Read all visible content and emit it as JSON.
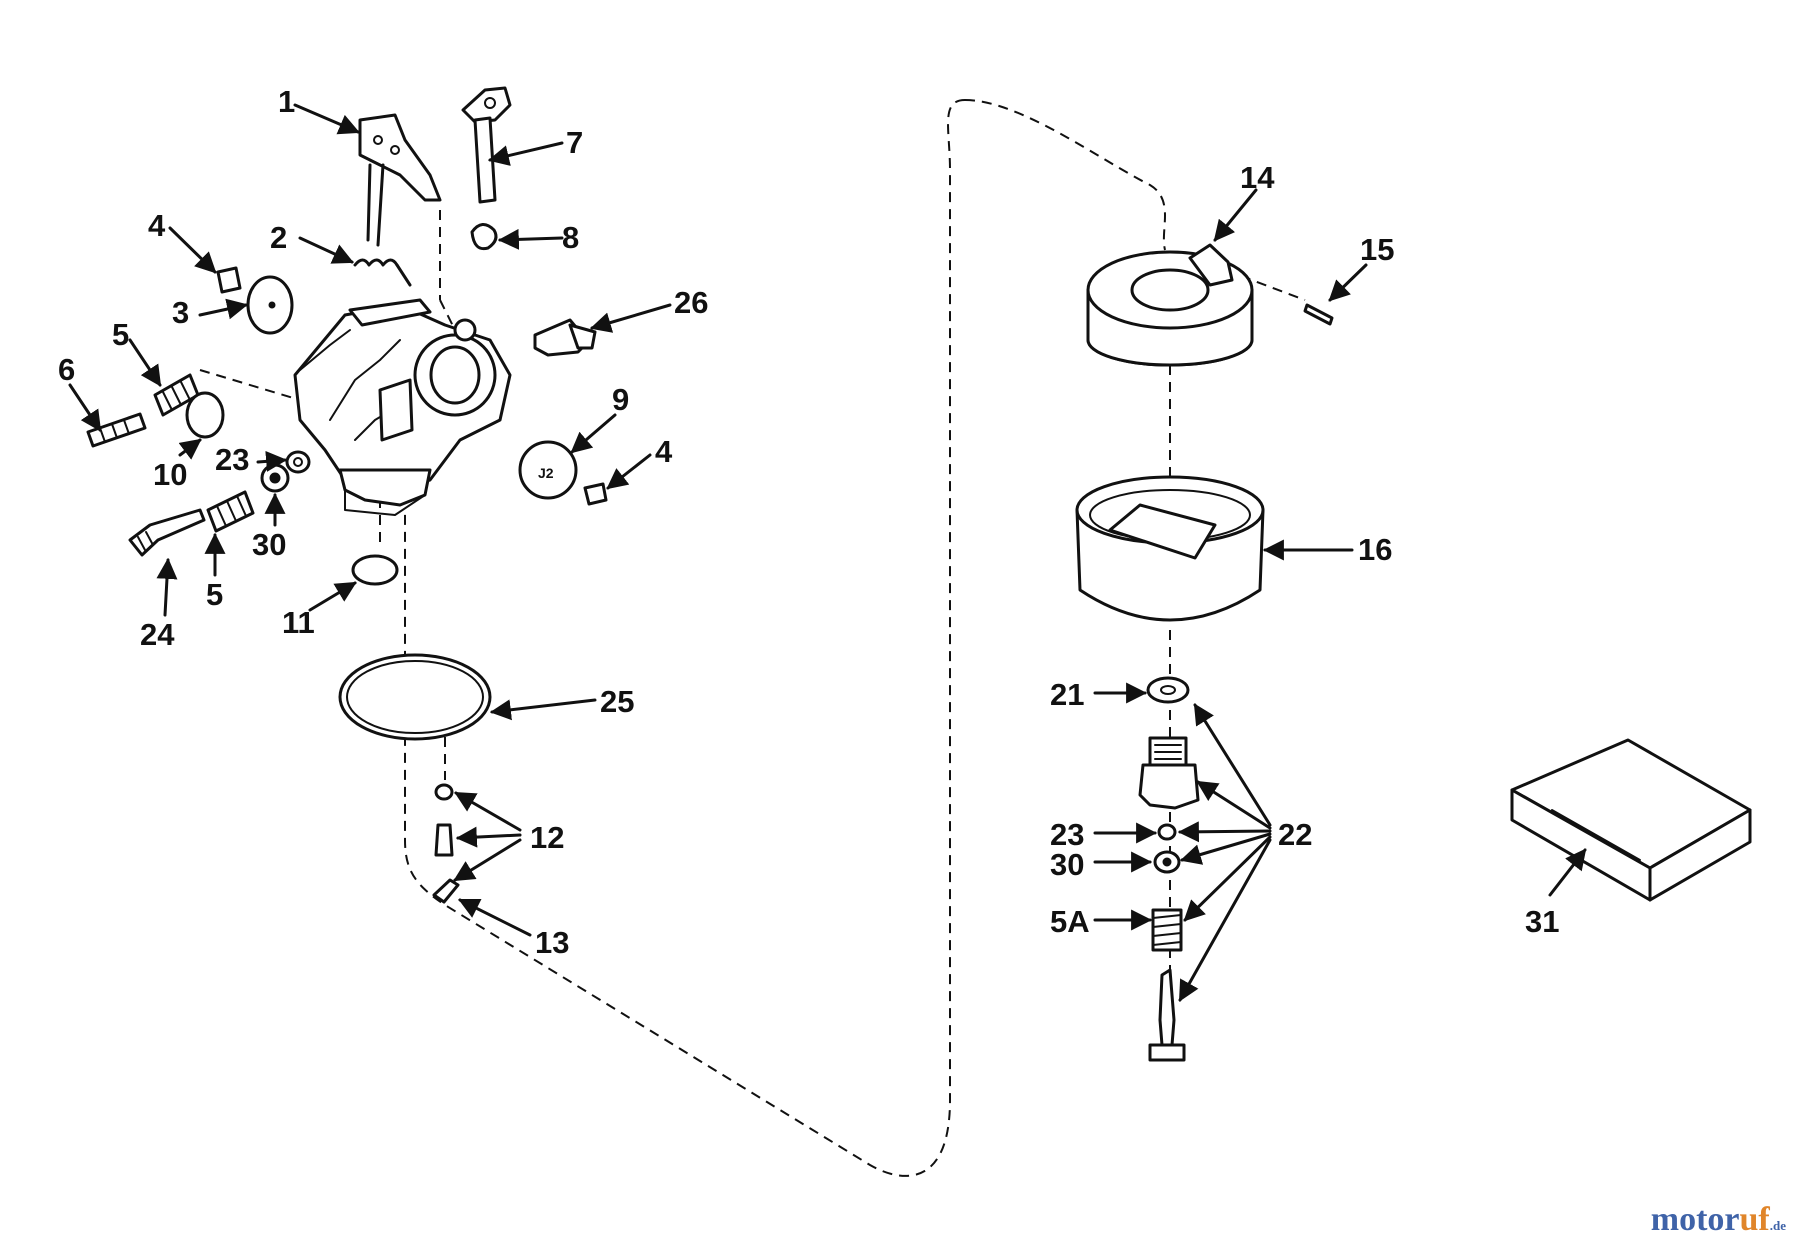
{
  "callouts": {
    "c1": "1",
    "c2": "2",
    "c3": "3",
    "c4a": "4",
    "c4b": "4",
    "c5a": "5",
    "c5b": "5",
    "c5A": "5A",
    "c6": "6",
    "c7": "7",
    "c8": "8",
    "c9": "9",
    "c10": "10",
    "c11": "11",
    "c12": "12",
    "c13": "13",
    "c14": "14",
    "c15": "15",
    "c16": "16",
    "c21": "21",
    "c22": "22",
    "c23a": "23",
    "c23b": "23",
    "c24": "24",
    "c25": "25",
    "c26": "26",
    "c30a": "30",
    "c30b": "30",
    "c31": "31"
  },
  "watermark": {
    "part1": "motor",
    "part2": "uf",
    "part3": ".de"
  },
  "colors": {
    "ink": "#111111",
    "watermark_blue": "#3f63a8",
    "watermark_orange": "#e0852a"
  }
}
